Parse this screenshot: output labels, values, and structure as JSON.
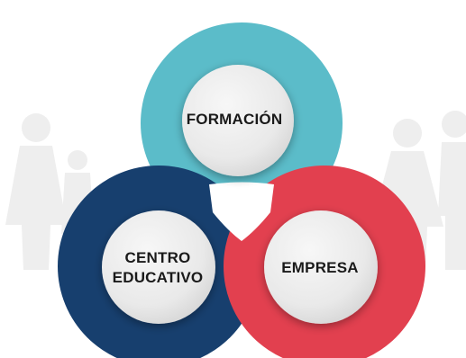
{
  "diagram": {
    "circles": [
      {
        "id": "formacion",
        "label": "FORMACIÓN",
        "color": "#5bbcc9"
      },
      {
        "id": "centro-educativo",
        "label_lines": [
          "CENTRO",
          "EDUCATIVO"
        ],
        "color": "#173f6e"
      },
      {
        "id": "empresa",
        "label": "EMPRESA",
        "color": "#e2404f"
      }
    ],
    "inner_disc_color": "#ececec",
    "background_figure_color": "#eeeeee"
  }
}
